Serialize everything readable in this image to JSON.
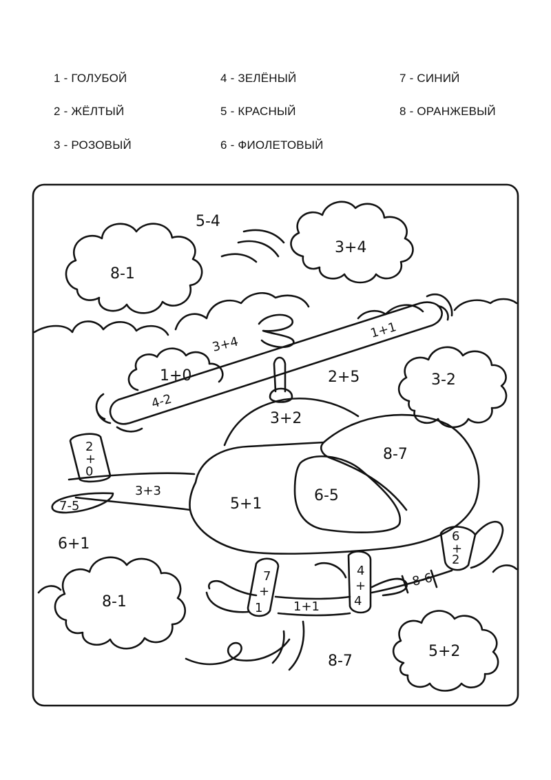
{
  "legend": [
    {
      "text": "1 - ГОЛУБОЙ"
    },
    {
      "text": "2 - ЖЁЛТЫЙ"
    },
    {
      "text": "3 - РОЗОВЫЙ"
    },
    {
      "text": "4 - ЗЕЛЁНЫЙ"
    },
    {
      "text": "5 - КРАСНЫЙ"
    },
    {
      "text": "6 - ФИОЛЕТОВЫЙ"
    },
    {
      "text": "7 - СИНИЙ"
    },
    {
      "text": "8 - ОРАНЖЕВЫЙ"
    }
  ],
  "picture": {
    "cloud_top_left": "8-1",
    "sky_top": "5-4",
    "cloud_top_right": "3+4",
    "cloud_behind_rotor": "3+4",
    "rotor_right": "1+1",
    "cloud_left_small": "1+0",
    "rotor_left": "4-2",
    "sky_middle": "2+5",
    "cloud_right": "3-2",
    "rotor_hub": "3+2",
    "tail_fin": "2\n+\n0",
    "tail_fin_top": "2",
    "tail_fin_mid": "+",
    "tail_fin_bottom": "0",
    "tail_boom": "3+3",
    "tail_end": "7-5",
    "cabin_back": "8-7",
    "body": "5+1",
    "window": "6-5",
    "sky_bottom_left": "6+1",
    "leg_right_top": "6",
    "leg_right_mid": "+",
    "leg_right_bottom": "2",
    "skid_right": "8-6",
    "leg_mid_top": "4",
    "leg_mid_mid": "+",
    "leg_mid_bottom": "4",
    "leg_left_top": "7",
    "leg_left_mid": "+",
    "leg_left_bottom": "1",
    "skid_left": "1+1",
    "cloud_bottom_left": "8-1",
    "sky_bottom": "8-7",
    "cloud_bottom_right": "5+2"
  }
}
